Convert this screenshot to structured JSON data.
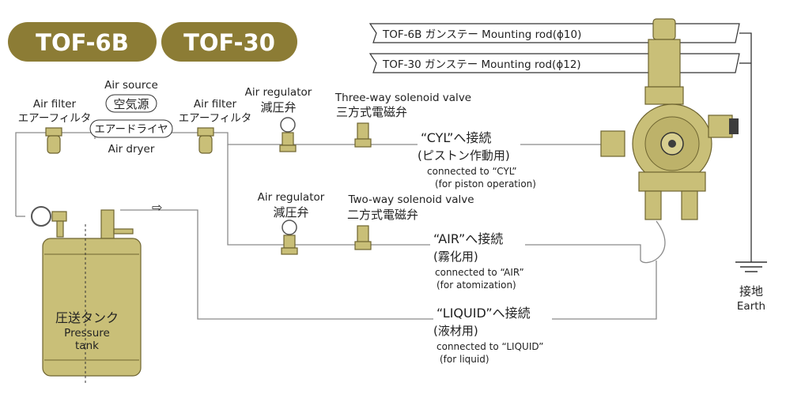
{
  "colors": {
    "badge": "#8c7c35",
    "brass": "#c9bf78",
    "pipe": "#8a8a8a"
  },
  "badges": {
    "first": "TOF-6B",
    "second": "TOF-30"
  },
  "rods": {
    "tof6b": "TOF-6B ガンステー Mounting rod(ϕ10)",
    "tof30": "TOF-30 ガンステー Mounting rod(ϕ12)"
  },
  "air_source": {
    "en": "Air source",
    "jp": "空気源"
  },
  "air_dryer": {
    "jp": "エアードライヤ",
    "en": "Air dryer"
  },
  "air_filter_left": {
    "en": "Air filter",
    "jp": "エアーフィルタ"
  },
  "air_filter_right": {
    "en": "Air filter",
    "jp": "エアーフィルタ"
  },
  "regulator_top": {
    "en": "Air regulator",
    "jp": "減圧弁"
  },
  "regulator_bottom": {
    "en": "Air regulator",
    "jp": "減圧弁"
  },
  "three_way": {
    "en": "Three-way solenoid valve",
    "jp": "三方式電磁弁"
  },
  "two_way": {
    "en": "Two-way solenoid valve",
    "jp": "二方式電磁弁"
  },
  "cyl": {
    "jp1": "“CYL”へ接続",
    "jp2": "(ピストン作動用)",
    "en1": "connected to “CYL”",
    "en2": "(for piston operation)"
  },
  "air": {
    "jp1": "“AIR”へ接続",
    "jp2": "(霧化用)",
    "en1": "connected to “AIR”",
    "en2": "(for atomization)"
  },
  "liquid": {
    "jp1": "“LIQUID”へ接続",
    "jp2": "(液材用)",
    "en1": "connected to “LIQUID”",
    "en2": "(for liquid)"
  },
  "tank": {
    "jp": "圧送タンク",
    "en1": "Pressure",
    "en2": "tank"
  },
  "earth": {
    "jp": "接地",
    "en": "Earth"
  },
  "arrow_glyph": "⇨"
}
